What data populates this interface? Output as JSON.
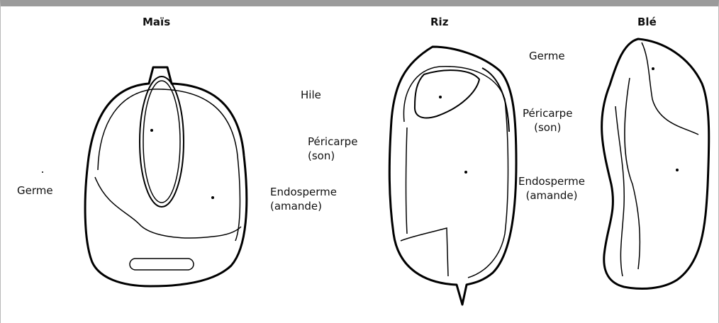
{
  "grains": {
    "mais": {
      "title": "Maïs"
    },
    "riz": {
      "title": "Riz"
    },
    "ble": {
      "title": "Blé"
    }
  },
  "labels": {
    "hile": "Hile",
    "germe_mais": "Germe",
    "pericarpe_mais_1": "Péricarpe",
    "pericarpe_mais_2": "(son)",
    "endosperme_mais_1": "Endosperme",
    "endosperme_mais_2": "(amande)",
    "germe_riz": "Germe",
    "pericarpe_riz_1": "Péricarpe",
    "pericarpe_riz_2": "(son)",
    "endosperme_riz_1": "Endosperme",
    "endosperme_riz_2": "(amande)"
  }
}
